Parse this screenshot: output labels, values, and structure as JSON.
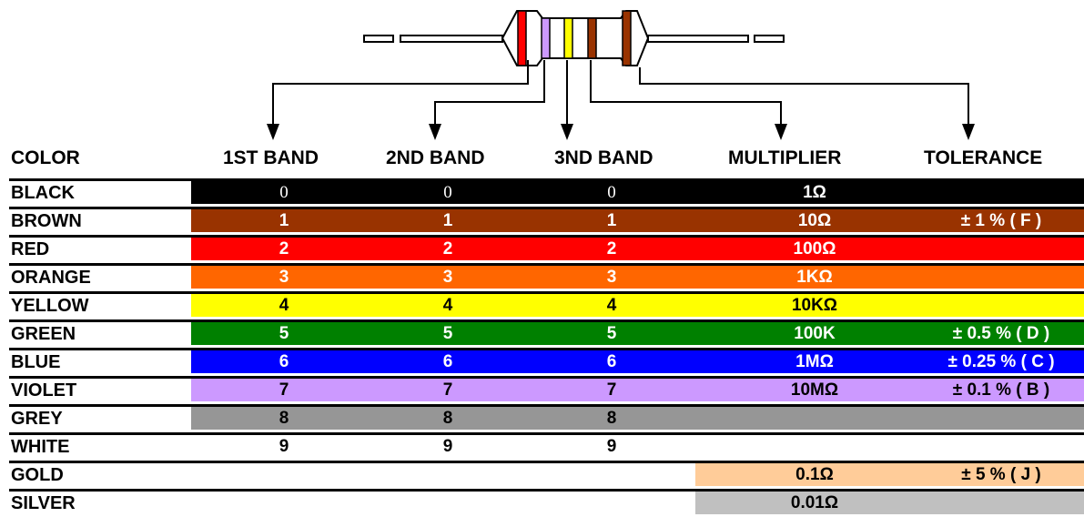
{
  "headers": {
    "color": "COLOR",
    "band1": "1ST BAND",
    "band2": "2ND BAND",
    "band3": "3ND BAND",
    "multiplier": "MULTIPLIER",
    "tolerance": "TOLERANCE"
  },
  "rows": [
    {
      "name": "BLACK",
      "b1": "0",
      "b2": "0",
      "b3": "0",
      "mult": "1Ω",
      "tol": "",
      "bg": "#000000",
      "fg": "#ffffff",
      "serif": true
    },
    {
      "name": "BROWN",
      "b1": "1",
      "b2": "1",
      "b3": "1",
      "mult": "10Ω",
      "tol": "± 1 % ( F )",
      "bg": "#993300",
      "fg": "#ffffff"
    },
    {
      "name": "RED",
      "b1": "2",
      "b2": "2",
      "b3": "2",
      "mult": "100Ω",
      "tol": "",
      "bg": "#ff0000",
      "fg": "#ffffff"
    },
    {
      "name": "ORANGE",
      "b1": "3",
      "b2": "3",
      "b3": "3",
      "mult": "1KΩ",
      "tol": "",
      "bg": "#ff6600",
      "fg": "#ffffff"
    },
    {
      "name": "YELLOW",
      "b1": "4",
      "b2": "4",
      "b3": "4",
      "mult": "10KΩ",
      "tol": "",
      "bg": "#ffff00",
      "fg": "#000000"
    },
    {
      "name": "GREEN",
      "b1": "5",
      "b2": "5",
      "b3": "5",
      "mult": "100K",
      "tol": "± 0.5 % ( D )",
      "bg": "#008000",
      "fg": "#ffffff"
    },
    {
      "name": "BLUE",
      "b1": "6",
      "b2": "6",
      "b3": "6",
      "mult": "1MΩ",
      "tol": "± 0.25 % ( C )",
      "bg": "#0000ff",
      "fg": "#ffffff"
    },
    {
      "name": "VIOLET",
      "b1": "7",
      "b2": "7",
      "b3": "7",
      "mult": "10MΩ",
      "tol": "± 0.1 % ( B )",
      "bg": "#cc99ff",
      "fg": "#000000"
    },
    {
      "name": "GREY",
      "b1": "8",
      "b2": "8",
      "b3": "8",
      "mult": "",
      "tol": "",
      "bg": "#969696",
      "fg": "#000000"
    },
    {
      "name": "WHITE",
      "b1": "9",
      "b2": "9",
      "b3": "9",
      "mult": "",
      "tol": "",
      "bg": "#ffffff",
      "fg": "#000000"
    },
    {
      "name": "GOLD",
      "b1": "",
      "b2": "",
      "b3": "",
      "mult": "0.1Ω",
      "tol": "± 5 % ( J )",
      "bg": "#ffffff",
      "fg": "#000000",
      "mtolbg": "#ffcc99"
    },
    {
      "name": "SILVER",
      "b1": "",
      "b2": "",
      "b3": "",
      "mult": "0.01Ω",
      "tol": "",
      "bg": "#ffffff",
      "fg": "#000000",
      "mtolbg": "#c0c0c0"
    }
  ],
  "resistor_bands": [
    "#ff0000",
    "#cc99ff",
    "#ffff00",
    "#993300",
    "#993300"
  ]
}
